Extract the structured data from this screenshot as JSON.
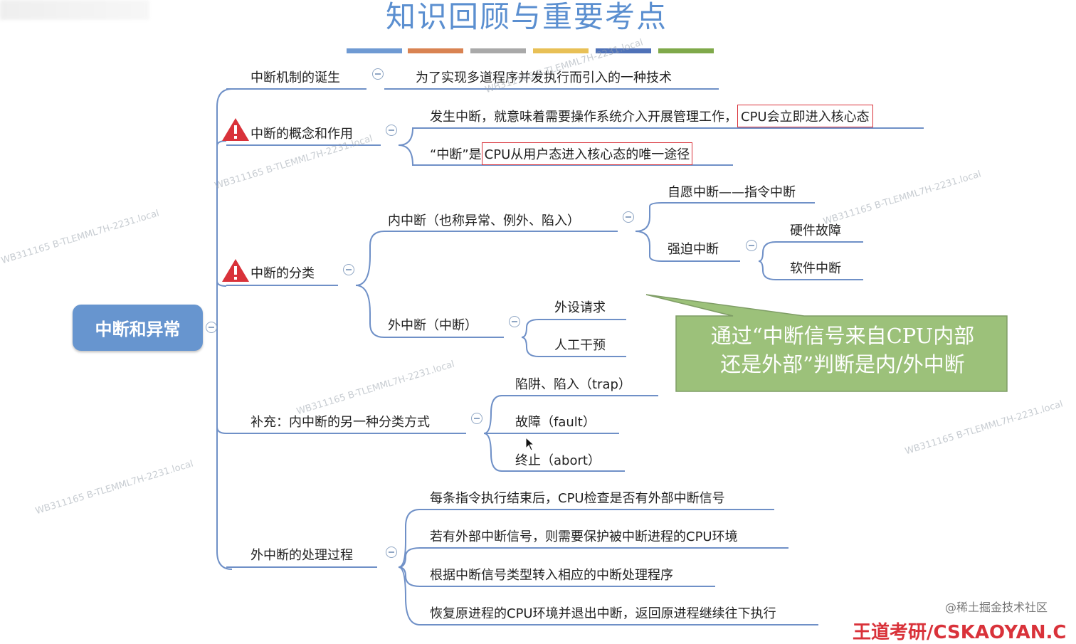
{
  "title": "知识回顾与重要考点",
  "colors": {
    "bars": [
      "#6f9ad3",
      "#d98352",
      "#a9a9a9",
      "#e8c056",
      "#4f72b8",
      "#7fa94a"
    ],
    "accent": "#6795cf",
    "underline": "#6f90c7",
    "highlight": "#d9323a",
    "callout": "#9cc17a",
    "warning": "#d9323a"
  },
  "root": {
    "label": "中断和异常"
  },
  "branches": {
    "birth": {
      "label": "中断机制的诞生",
      "child": "为了实现多道程序并发执行而引入的一种技术"
    },
    "concept": {
      "label": "中断的概念和作用",
      "child1_pre": "发生中断，就意味着需要操作系统介入开展管理工作，",
      "child1_hl": "CPU会立即进入核心态",
      "child2_pre": "“中断”是",
      "child2_hl": "CPU从用户态进入核心态的唯一途径"
    },
    "classify": {
      "label": "中断的分类",
      "internal": {
        "label": "内中断（也称异常、例外、陷入）",
        "voluntary": "自愿中断——指令中断",
        "forced": "强迫中断",
        "hardware": "硬件故障",
        "software": "软件中断"
      },
      "external": {
        "label": "外中断（中断）",
        "device": "外设请求",
        "manual": "人工干预"
      }
    },
    "supplement": {
      "label": "补充：内中断的另一种分类方式",
      "trap": "陷阱、陷入（trap）",
      "fault": "故障（fault）",
      "abort": "终止（abort）"
    },
    "process": {
      "label": "外中断的处理过程",
      "steps": [
        "每条指令执行结束后，CPU检查是否有外部中断信号",
        "若有外部中断信号，则需要保护被中断进程的CPU环境",
        "根据中断信号类型转入相应的中断处理程序",
        "恢复原进程的CPU环境并退出中断，返回原进程继续往下执行"
      ]
    }
  },
  "callout": {
    "line1": "通过“中断信号来自CPU内部",
    "line2": "还是外部”判断是内/外中断"
  },
  "watermark": "WB311165 B-TLEMML7H-2231.local",
  "site_mark": "@稀土掘金技术社区",
  "brand": "王道考研/CSKAOYAN.C"
}
